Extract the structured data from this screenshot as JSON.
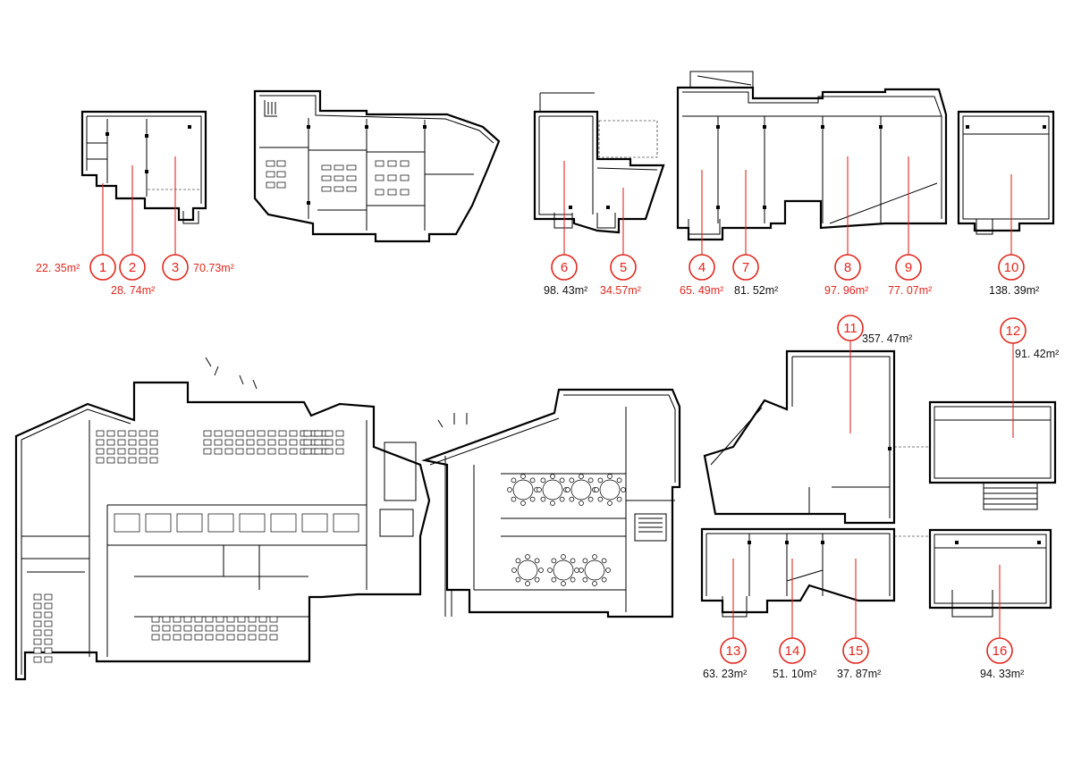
{
  "colors": {
    "marker": "#e0281e",
    "lines": "#000000",
    "background": "#ffffff"
  },
  "markers": [
    {
      "id": "1",
      "area": "22. 35m²",
      "area_color": "red"
    },
    {
      "id": "2",
      "area": "28. 74m²",
      "area_color": "red"
    },
    {
      "id": "3",
      "area": "70.73m²",
      "area_color": "red"
    },
    {
      "id": "4",
      "area": "65. 49m²",
      "area_color": "red"
    },
    {
      "id": "5",
      "area": "34.57m²",
      "area_color": "red"
    },
    {
      "id": "6",
      "area": "98. 43m²",
      "area_color": "black"
    },
    {
      "id": "7",
      "area": "81. 52m²",
      "area_color": "black"
    },
    {
      "id": "8",
      "area": "97. 96m²",
      "area_color": "red"
    },
    {
      "id": "9",
      "area": "77. 07m²",
      "area_color": "red"
    },
    {
      "id": "10",
      "area": "138. 39m²",
      "area_color": "black"
    },
    {
      "id": "11",
      "area": "357. 47m²",
      "area_color": "black"
    },
    {
      "id": "12",
      "area": "91. 42m²",
      "area_color": "black"
    },
    {
      "id": "13",
      "area": "63. 23m²",
      "area_color": "black"
    },
    {
      "id": "14",
      "area": "51. 10m²",
      "area_color": "black"
    },
    {
      "id": "15",
      "area": "37. 87m²",
      "area_color": "black"
    },
    {
      "id": "16",
      "area": "94. 33m²",
      "area_color": "black"
    }
  ]
}
